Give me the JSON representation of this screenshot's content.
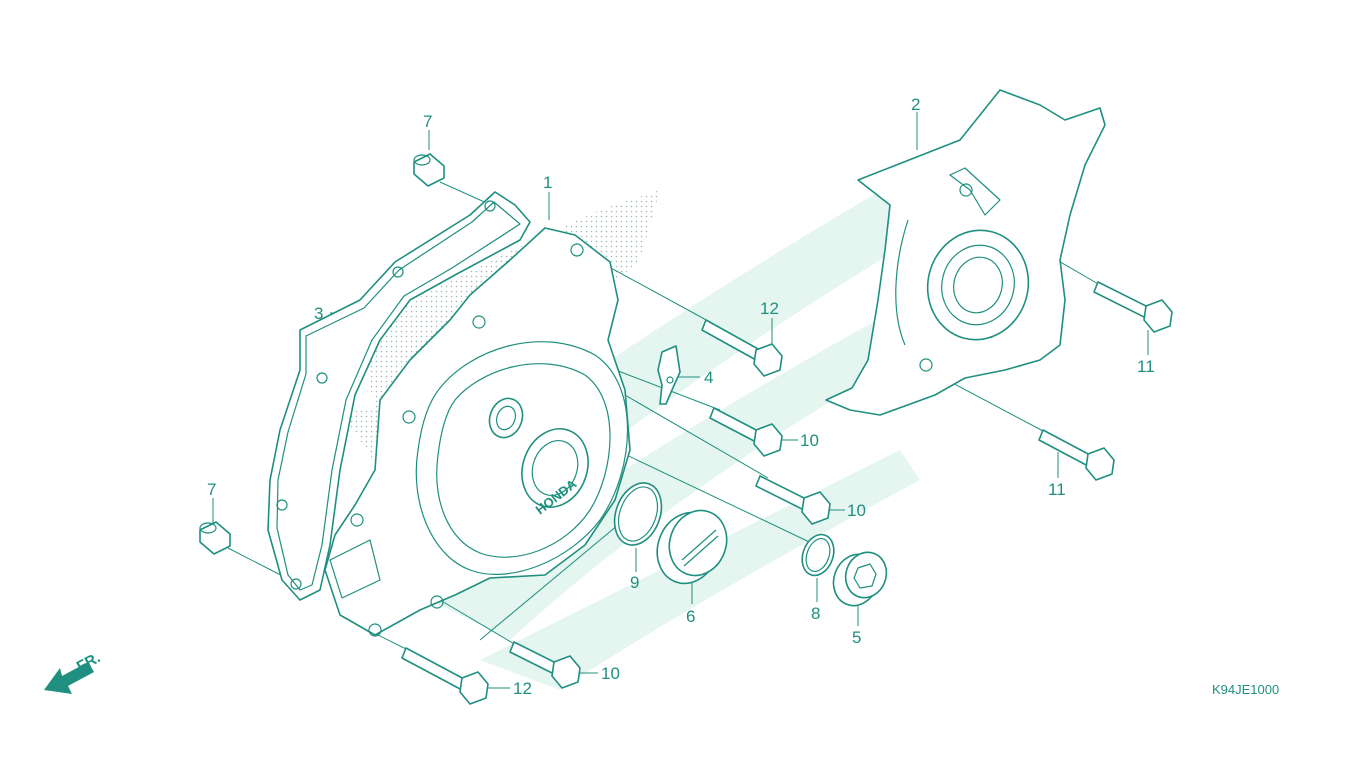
{
  "diagram": {
    "code": "K94JE1000",
    "direction_label": "FR.",
    "colors": {
      "line": "#1f8f7f",
      "watermark": "#cfeee6",
      "background": "#ffffff"
    },
    "callouts": {
      "p1": "1",
      "p2": "2",
      "p3": "3",
      "p4": "4",
      "p5": "5",
      "p6": "6",
      "p7a": "7",
      "p7b": "7",
      "p8": "8",
      "p9": "9",
      "p10a": "10",
      "p10b": "10",
      "p10c": "10",
      "p11a": "11",
      "p11b": "11",
      "p12a": "12",
      "p12b": "12"
    },
    "cover_emboss": "HONDA"
  }
}
